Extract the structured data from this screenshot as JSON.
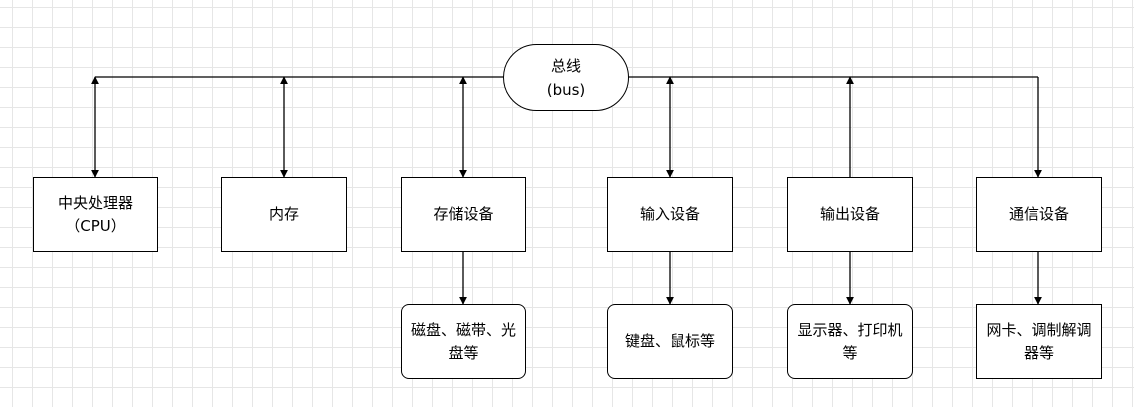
{
  "bus": {
    "label": "总线\n(bus)"
  },
  "devices": [
    {
      "label": "中央处理器\n（CPU）"
    },
    {
      "label": "内存"
    },
    {
      "label": "存储设备"
    },
    {
      "label": "输入设备"
    },
    {
      "label": "输出设备"
    },
    {
      "label": "通信设备"
    }
  ],
  "examples": [
    {
      "label": "磁盘、磁带、光\n盘等"
    },
    {
      "label": "键盘、鼠标等"
    },
    {
      "label": "显示器、打印机\n等"
    },
    {
      "label": "网卡、调制解调\n器等"
    }
  ]
}
